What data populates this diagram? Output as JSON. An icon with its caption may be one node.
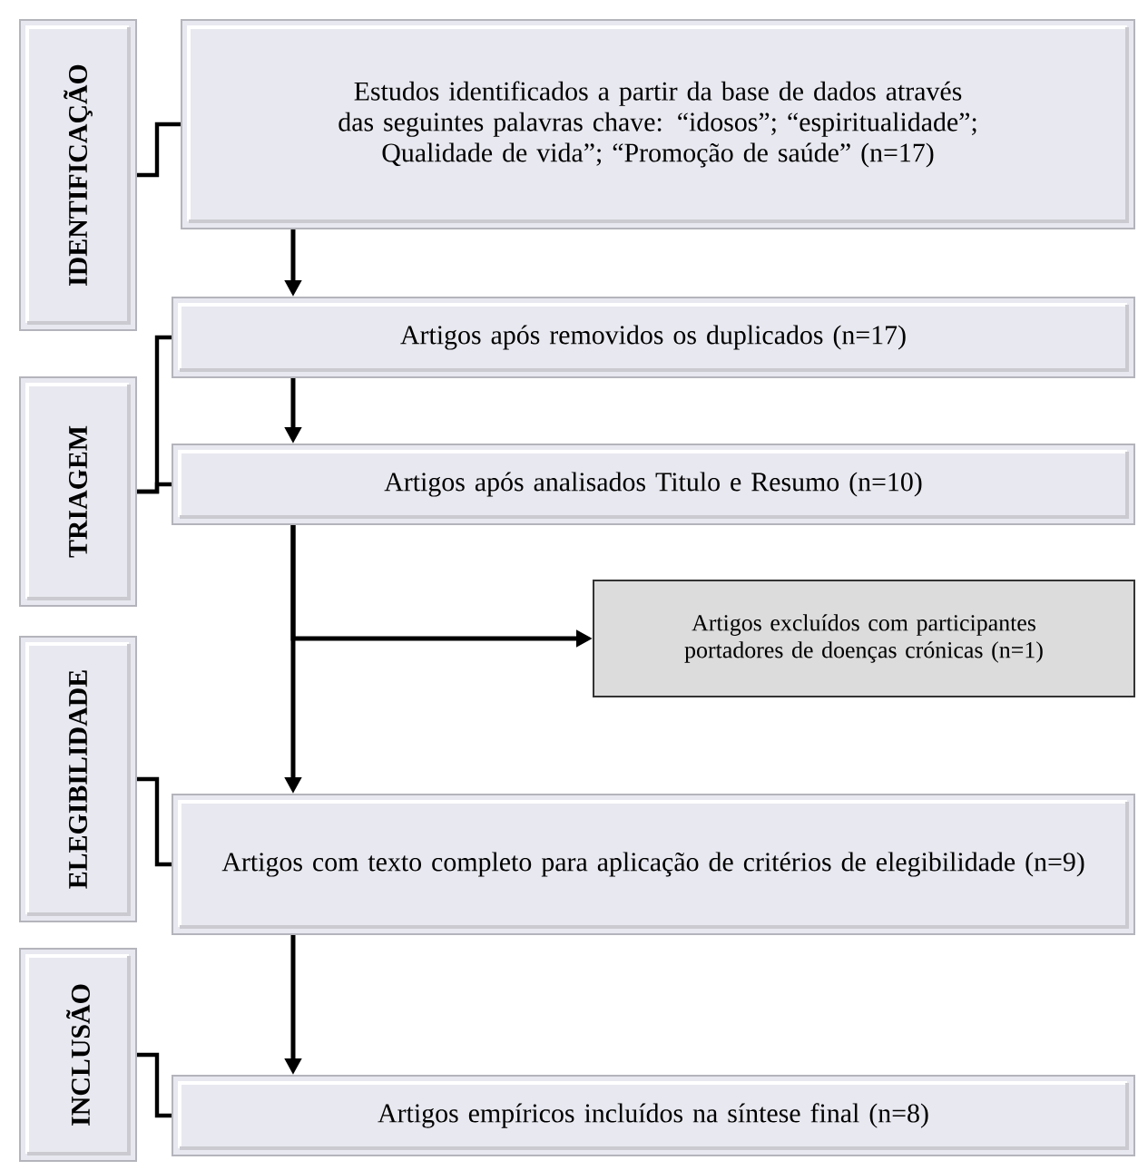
{
  "diagram": {
    "nodes": [
      {
        "text": [
          "IDENTIFICAÇÃO"
        ]
      },
      {
        "text": [
          "Estudos identificados a partir da base de dados através das seguintes palavras chave: “idosos”; “espiritualidade”; Qualidade de vida”; “Promoção de saúde” (n=17)"
        ]
      },
      {
        "text": [
          "Artigos após removidos os duplicados (n=17)"
        ]
      },
      {
        "text": [
          "TRIAGEM"
        ]
      },
      {
        "text": [
          "Artigos após analisados Titulo e Resumo (n=10)"
        ]
      },
      {
        "text": [
          "Artigos excluídos com participantes portadores de doenças crónicas (n=1)"
        ]
      },
      {
        "text": [
          "ELEGIBILIDADE"
        ]
      },
      {
        "text": [
          "Artigos com texto completo para aplicação de critérios de elegibilidade (n=9)"
        ]
      },
      {
        "text": [
          "INCLUSÃO"
        ]
      },
      {
        "text": [
          "Artigos empíricos incluídos na síntese final (n=8)"
        ]
      }
    ],
    "edges": [
      {
        "from": 0,
        "to": 1,
        "arrow": "none"
      },
      {
        "from": 1,
        "to": 2,
        "arrow": "to"
      },
      {
        "from": 3,
        "to": 2,
        "arrow": "none"
      },
      {
        "from": 2,
        "to": 4,
        "arrow": "to"
      },
      {
        "from": 3,
        "to": 4,
        "arrow": "none"
      },
      {
        "from": 4,
        "to": 5,
        "arrow": "to"
      },
      {
        "from": 4,
        "to": 7,
        "arrow": "to"
      },
      {
        "from": 6,
        "to": 7,
        "arrow": "none"
      },
      {
        "from": 7,
        "to": 9,
        "arrow": "to"
      },
      {
        "from": 8,
        "to": 9,
        "arrow": "none"
      }
    ]
  }
}
